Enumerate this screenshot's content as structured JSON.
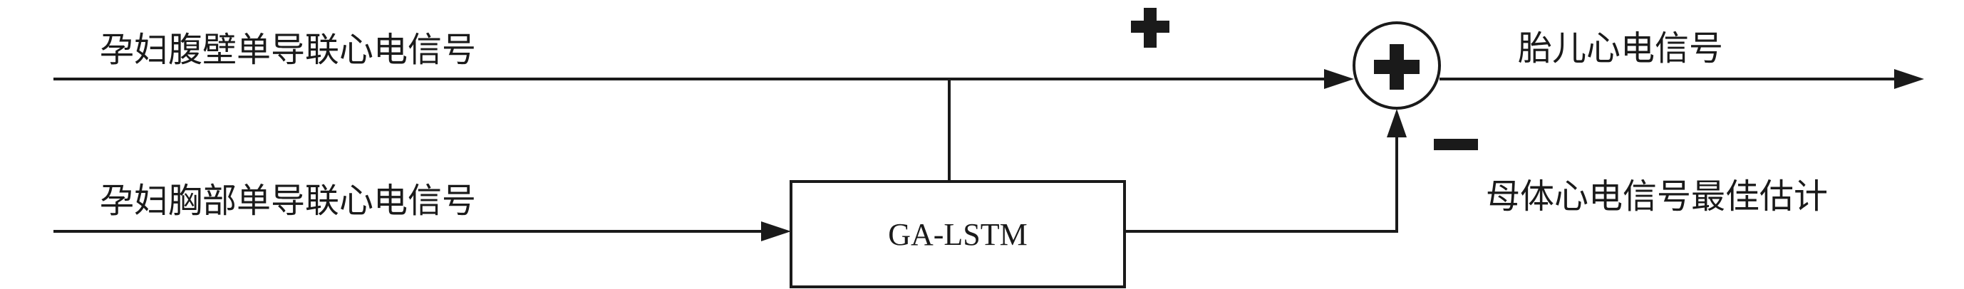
{
  "labels": {
    "abdominal_input": "孕妇腹壁单导联心电信号",
    "thoracic_input": "孕妇胸部单导联心电信号",
    "fetal_output": "胎儿心电信号",
    "maternal_estimate": "母体心电信号最佳估计"
  },
  "block": {
    "name": "GA-LSTM"
  },
  "signs": {
    "plus_name": "plus-sign",
    "minus_name": "minus-sign"
  },
  "colors": {
    "line": "#1a1a1a",
    "background": "#ffffff"
  }
}
